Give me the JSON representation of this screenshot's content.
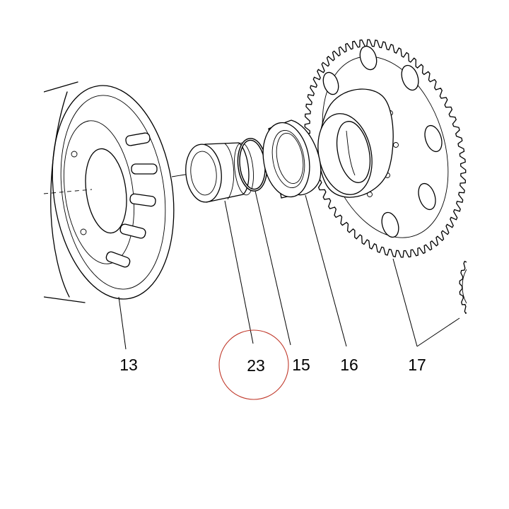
{
  "callouts": [
    {
      "id": "13",
      "label": "13"
    },
    {
      "id": "23",
      "label": "23",
      "highlighted": true
    },
    {
      "id": "15",
      "label": "15"
    },
    {
      "id": "16",
      "label": "16"
    },
    {
      "id": "17",
      "label": "17"
    }
  ],
  "colors": {
    "line": "#000000",
    "background": "#ffffff",
    "highlight": "#c0392b"
  }
}
